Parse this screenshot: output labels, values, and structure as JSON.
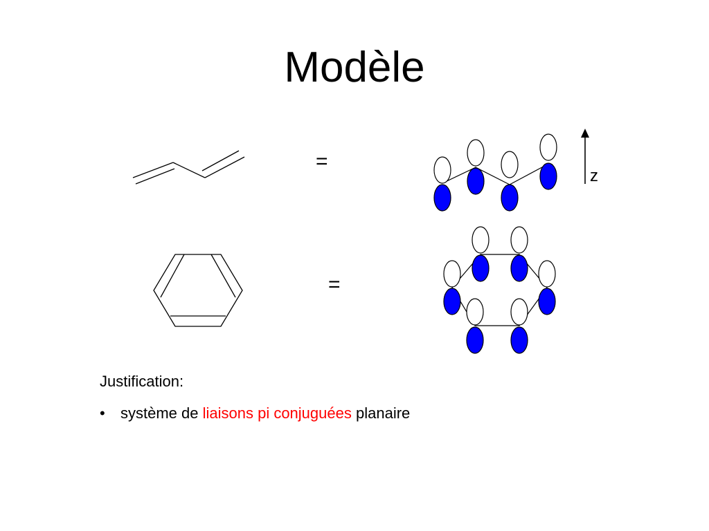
{
  "slide": {
    "title": "Modèle"
  },
  "diagram": {
    "equals_top": "=",
    "equals_bottom": "=",
    "axis_label": "z",
    "colors": {
      "orbital_filled": "#0000ff",
      "orbital_empty": "#ffffff",
      "bond": "#000000"
    },
    "icons": [
      "butadiene-structure-icon",
      "benzene-structure-icon",
      "z-axis-arrow-icon"
    ]
  },
  "justification": {
    "label": "Justification:",
    "bullet": "•",
    "text_before": "système de ",
    "text_highlight": "liaisons pi conjuguées",
    "text_after": " planaire",
    "highlight_color": "#ff0000"
  }
}
